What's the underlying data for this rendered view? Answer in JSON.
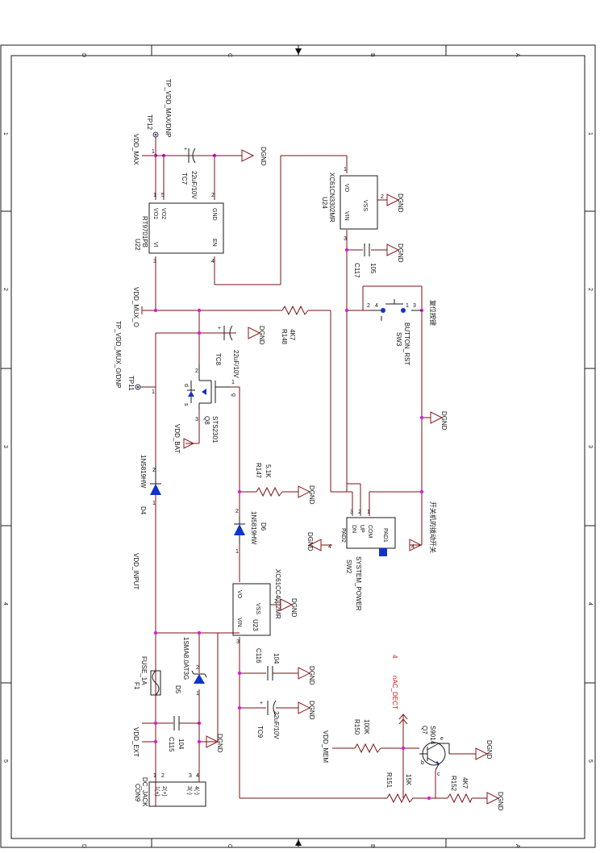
{
  "frame": {
    "zones_top": [
      "D",
      "C",
      "B",
      "A"
    ],
    "zones_bottom": [
      "D",
      "C",
      "B",
      "A"
    ],
    "zones_left": [
      "1",
      "2",
      "3",
      "4",
      "5"
    ],
    "zones_right": [
      "1",
      "2",
      "3",
      "4",
      "5"
    ]
  },
  "nets": {
    "vdd_max": "VDD_MAX",
    "vdd_mux": "VDD_MUX_O",
    "vdd_bat": "VDD_BAT",
    "vdd_input": "VDD_INPUT",
    "vdd_ext": "VDD_EXT",
    "vdd_mem": "VDD_MEM",
    "nac_dect": "nAC_DECT",
    "nac_num": "4",
    "tp_vdd_max": "TP_VDD_MAX/DNP",
    "tp_vdd_mux": "TP_VDD_MUX_O/DNP",
    "dgnd": "DGND"
  },
  "parts": {
    "tp12": "TP12",
    "tp11": "TP11",
    "tc7": {
      "ref": "TC7",
      "val": "22uF/10V"
    },
    "tc8": {
      "ref": "TC8",
      "val": "22uF/10V"
    },
    "tc9": {
      "ref": "TC9",
      "val": "22uF/10V"
    },
    "u22": {
      "ref": "U22",
      "val": "RT9701PB",
      "vo1": "VO1",
      "vo2": "VO2",
      "vi": "VI",
      "gnd": "GND",
      "en": "EN"
    },
    "u24": {
      "ref": "U24",
      "val": "XC61CN3302MR",
      "vo": "VO",
      "vss": "VSS",
      "vin": "VIN"
    },
    "u23": {
      "ref": "U23",
      "val": "XC61CC4002MR",
      "vo": "VO",
      "vss": "VSS",
      "vin": "VIN"
    },
    "c117": {
      "ref": "C117",
      "val": "105"
    },
    "c116": {
      "ref": "C116",
      "val": "104"
    },
    "c115": {
      "ref": "C115",
      "val": "104"
    },
    "sw3": {
      "ref": "SW3",
      "val": "BUTTON_RST",
      "note": "复位按键"
    },
    "r148": {
      "ref": "R148",
      "val": "4K7"
    },
    "q8": {
      "ref": "Q8",
      "val": "STS2301"
    },
    "d4": {
      "ref": "D4",
      "val": "1N5819HW"
    },
    "d6": {
      "ref": "D6",
      "val": "1N5819HW"
    },
    "r147": {
      "ref": "R147",
      "val": "5.1K"
    },
    "sw2": {
      "ref": "SW2",
      "val": "SYSTEM_POWER",
      "note": "开关机的拨动开关",
      "dn": "DN",
      "up": "UP",
      "com": "COM",
      "pad1": "PAD1",
      "pad2": "PAD2"
    },
    "f1": {
      "ref": "F1",
      "val": "FUSE_1A"
    },
    "d5": {
      "ref": "D5",
      "val": "1SMA8.0AT3G"
    },
    "con9": {
      "ref": "CON9",
      "val": "DC_JACK",
      "p1": "1(+)",
      "p2": "2(+)",
      "p3": "3(-)",
      "p4": "4(-)"
    },
    "r150": {
      "ref": "R150",
      "val": "100K"
    },
    "r151": {
      "ref": "R151",
      "val": "15K"
    },
    "r152": {
      "ref": "R152",
      "val": "4K7"
    },
    "q7": {
      "ref": "Q7",
      "val": "S9014"
    }
  }
}
